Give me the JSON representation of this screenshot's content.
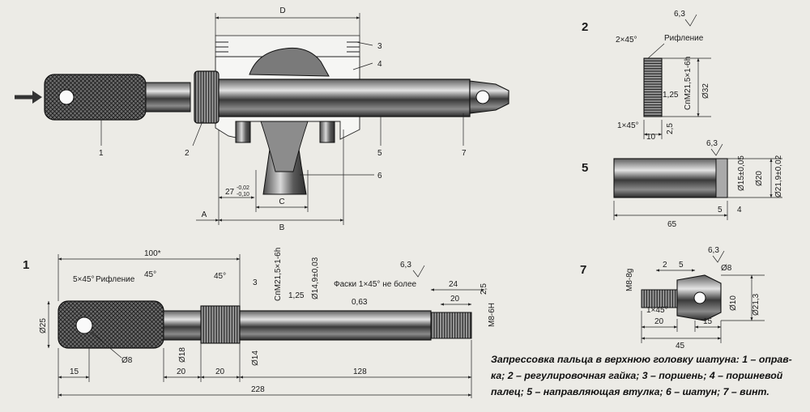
{
  "labels": {
    "d": "D",
    "c": "C",
    "b": "B",
    "a": "A",
    "p1": "1",
    "p2": "2",
    "p3": "3",
    "p4": "4",
    "p5": "5",
    "p6": "6",
    "p7": "7",
    "fit": "27",
    "fit_up": "-0,02",
    "fit_lo": "-0,10"
  },
  "view2": {
    "num": "2",
    "rough": "6,3",
    "chamfer": "2×45°",
    "knurl": "Рифление",
    "thread": "СпМ21,5×1-6h",
    "dia": "Ø32",
    "pitch": "1,25",
    "chamfer2": "1×45°",
    "w10": "10",
    "w25": "2,5"
  },
  "view5": {
    "num": "5",
    "rough": "6,3",
    "d1": "Ø15±0,05",
    "d2": "Ø20",
    "d3": "Ø21,9±0,02",
    "len": "65",
    "g5": "5",
    "g4": "4"
  },
  "view1": {
    "num": "1",
    "l100": "100*",
    "chamfer": "5×45°",
    "knurl": "Рифление",
    "a1": "45°",
    "a2": "45°",
    "w3": "3",
    "thread": "СпМ21,5×1-6h",
    "pitch": "1,25",
    "d149": "Ø14,9±0,03",
    "rough": "6,3",
    "note": "Фаски 1×45° не более",
    "r063": "0,63",
    "w24": "24",
    "w25": "2,5",
    "w20r": "20",
    "m8": "М8-6Н",
    "d25": "Ø25",
    "d8": "Ø8",
    "d18": "Ø18",
    "d14": "Ø14",
    "w15": "15",
    "w20a": "20",
    "w20b": "20",
    "w128": "128",
    "w228": "228"
  },
  "view7": {
    "num": "7",
    "m8": "М8-8g",
    "w2": "2",
    "w5": "5",
    "rough": "6,3",
    "d8": "Ø8",
    "d10": "Ø10",
    "d213": "Ø21,3",
    "chamfer": "1×45°",
    "w20": "20",
    "w15": "15",
    "w45": "45"
  },
  "caption": {
    "line1": "Запрессовка пальца в верхнюю головку шатуна: 1 – оправ-",
    "line2": "ка; 2 – регулировочная гайка; 3 – поршень; 4 – поршневой",
    "line3": "палец; 5 – направляющая втулка; 6 – шатун; 7 – винт."
  }
}
